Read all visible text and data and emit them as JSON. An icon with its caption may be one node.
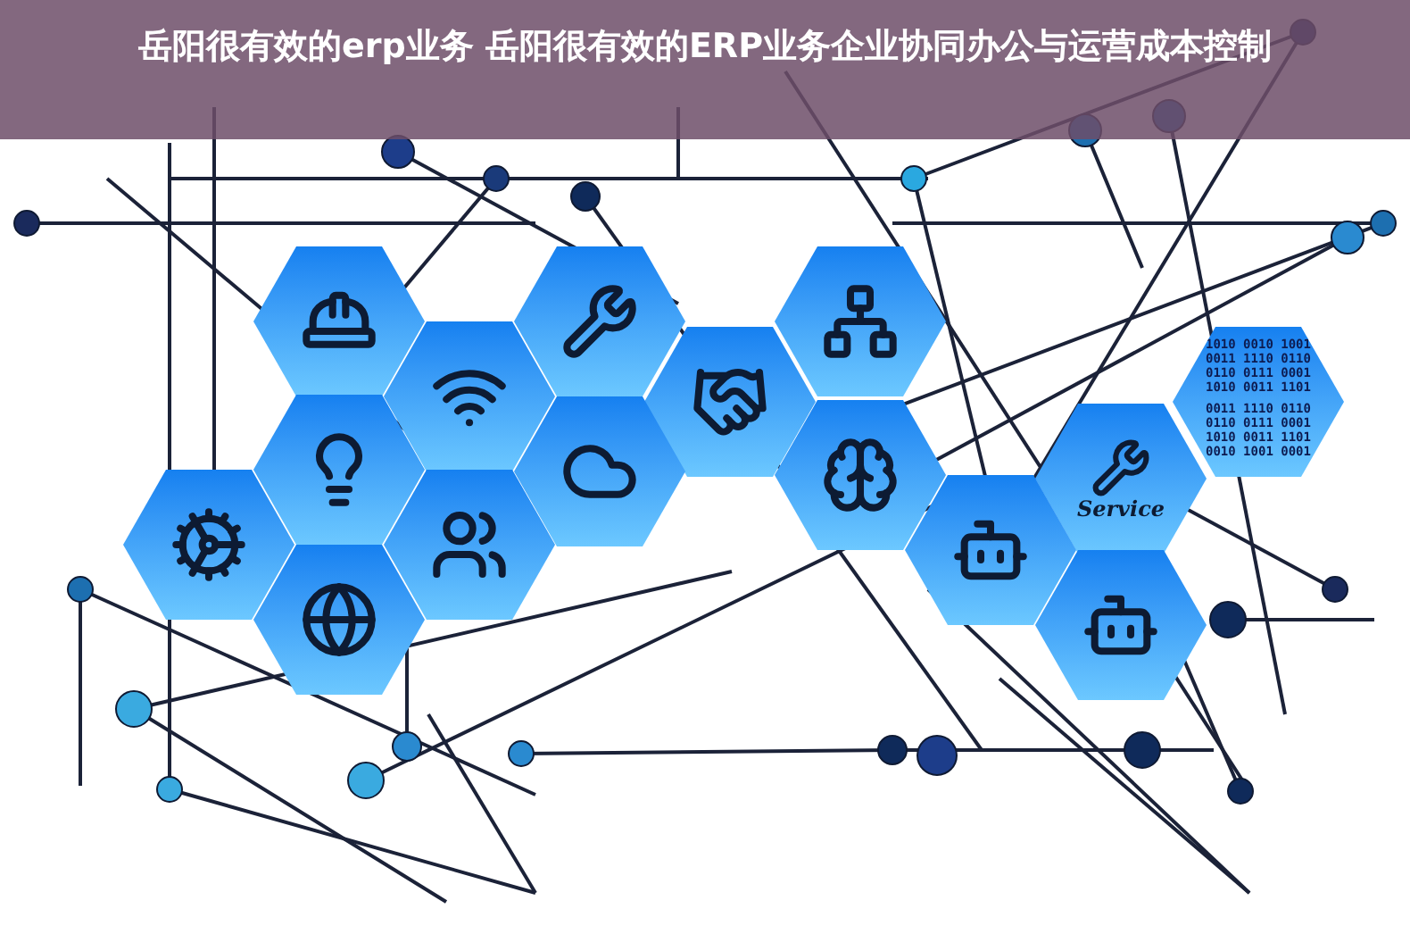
{
  "diagram": {
    "title": "岳阳很有效的erp业务 岳阳很有效的ERP业务企业协同办公与运营成本控制",
    "nodes": [
      {
        "text": [],
        "shape": "hexagon"
      },
      {
        "text": [],
        "shape": "hexagon"
      },
      {
        "text": [],
        "shape": "hexagon"
      },
      {
        "text": [],
        "shape": "hexagon"
      },
      {
        "text": [],
        "shape": "hexagon"
      },
      {
        "text": [
          "1010 0010 1001 0011 1110 0110 0110 0111 0001 1010 0011 1101",
          "0011 1110 0110 0110 0111 0001 1010 0011 1101 0010 1001 0001"
        ]
      },
      {
        "text": [],
        "shape": "hexagon"
      },
      {
        "text": [],
        "shape": "hexagon"
      },
      {
        "text": [],
        "shape": "hexagon"
      },
      {
        "text": [
          "Service"
        ]
      },
      {
        "text": [],
        "shape": "hexagon"
      },
      {
        "text": [],
        "shape": "hexagon"
      },
      {
        "text": [],
        "shape": "hexagon"
      },
      {
        "text": [],
        "shape": "hexagon"
      },
      {
        "text": [],
        "shape": "hexagon"
      }
    ]
  }
}
